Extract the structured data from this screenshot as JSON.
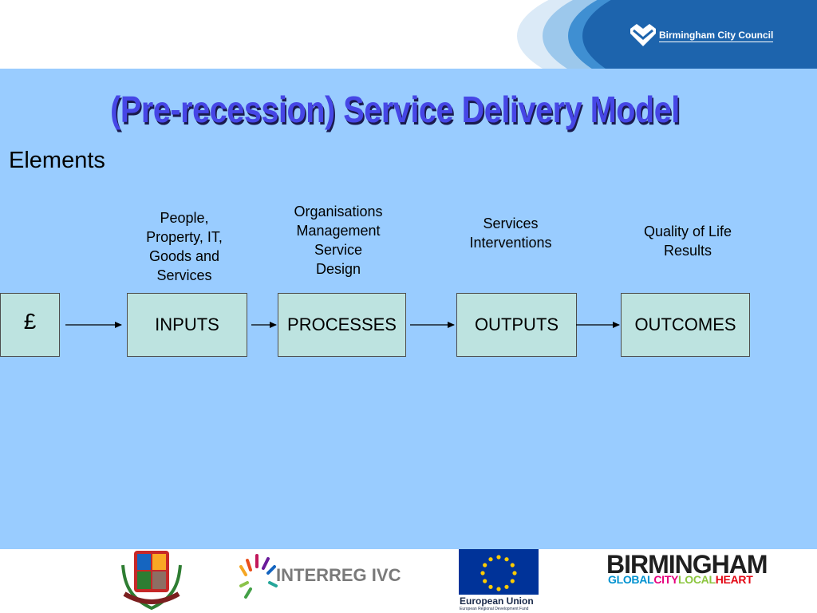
{
  "header": {
    "organisation": "Birmingham City Council",
    "colors": [
      "#dbeaf7",
      "#9cc8ec",
      "#3f8fd2",
      "#1d64ad"
    ]
  },
  "slide": {
    "title": "(Pre-recession) Service Delivery Model",
    "subtitle": "Elements",
    "title_color": "#4646e6",
    "background": "#99ccff"
  },
  "diagram": {
    "labels": [
      "People,\nProperty, IT,\nGoods and\nServices",
      "Organisations\nManagement\nService\nDesign",
      "Services\nInterventions",
      "Quality of Life\nResults"
    ],
    "boxes": [
      "£",
      "INPUTS",
      "PROCESSES",
      "OUTPUTS",
      "OUTCOMES"
    ],
    "box_color": "#bde3e0"
  },
  "footer": {
    "crest_icon": "municipal-crest-icon",
    "interreg": "INTERREG IVC",
    "eu": "European Union",
    "eu_sub": "European Regional Development Fund",
    "birmingham": "BIRMINGHAM",
    "tagline": {
      "global": "GLOBAL",
      "city": "CITY",
      "local": "LOCAL",
      "heart": "HEART"
    },
    "tagline_colors": {
      "global": "#0092d0",
      "city": "#e6007e",
      "local": "#8cc63f",
      "heart": "#e30613"
    }
  }
}
